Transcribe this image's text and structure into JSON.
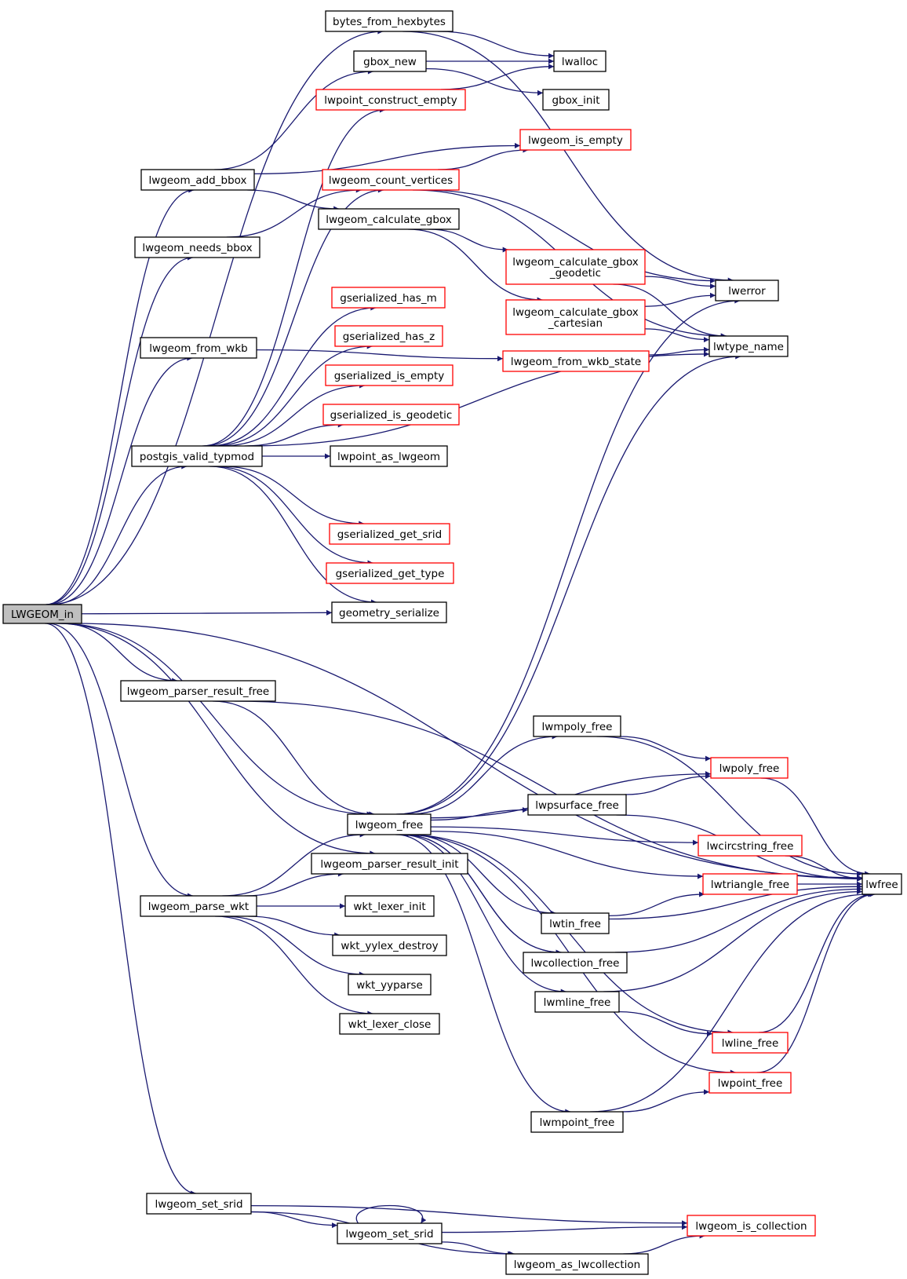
{
  "colors": {
    "edge": "#191970",
    "node_border": "#000000",
    "node_border_truncated": "#ff0000",
    "node_fill": "#ffffff",
    "root_fill": "#bfbfbf"
  },
  "nodes": [
    {
      "id": "LWGEOM_in",
      "label": "LWGEOM_in",
      "root": true
    },
    {
      "id": "bytes_from_hexbytes",
      "label": "bytes_from_hexbytes"
    },
    {
      "id": "lwalloc",
      "label": "lwalloc"
    },
    {
      "id": "gbox_new",
      "label": "gbox_new"
    },
    {
      "id": "lwpoint_construct_empty",
      "label": "lwpoint_construct_empty",
      "truncated": true
    },
    {
      "id": "gbox_init",
      "label": "gbox_init"
    },
    {
      "id": "lwgeom_is_empty",
      "label": "lwgeom_is_empty",
      "truncated": true
    },
    {
      "id": "lwgeom_add_bbox",
      "label": "lwgeom_add_bbox"
    },
    {
      "id": "lwgeom_count_vertices",
      "label": "lwgeom_count_vertices",
      "truncated": true
    },
    {
      "id": "lwgeom_calculate_gbox",
      "label": "lwgeom_calculate_gbox"
    },
    {
      "id": "lwgeom_needs_bbox",
      "label": "lwgeom_needs_bbox"
    },
    {
      "id": "lwgeom_calculate_gbox_geodetic",
      "label": "lwgeom_calculate_gbox\n_geodetic",
      "truncated": true
    },
    {
      "id": "lwerror",
      "label": "lwerror"
    },
    {
      "id": "gserialized_has_m",
      "label": "gserialized_has_m",
      "truncated": true
    },
    {
      "id": "lwgeom_calculate_gbox_cartesian",
      "label": "lwgeom_calculate_gbox\n_cartesian",
      "truncated": true
    },
    {
      "id": "gserialized_has_z",
      "label": "gserialized_has_z",
      "truncated": true
    },
    {
      "id": "lwgeom_from_wkb",
      "label": "lwgeom_from_wkb"
    },
    {
      "id": "lwtype_name",
      "label": "lwtype_name"
    },
    {
      "id": "lwgeom_from_wkb_state",
      "label": "lwgeom_from_wkb_state",
      "truncated": true
    },
    {
      "id": "gserialized_is_empty",
      "label": "gserialized_is_empty",
      "truncated": true
    },
    {
      "id": "gserialized_is_geodetic",
      "label": "gserialized_is_geodetic",
      "truncated": true
    },
    {
      "id": "postgis_valid_typmod",
      "label": "postgis_valid_typmod"
    },
    {
      "id": "lwpoint_as_lwgeom",
      "label": "lwpoint_as_lwgeom"
    },
    {
      "id": "gserialized_get_srid",
      "label": "gserialized_get_srid",
      "truncated": true
    },
    {
      "id": "gserialized_get_type",
      "label": "gserialized_get_type",
      "truncated": true
    },
    {
      "id": "geometry_serialize",
      "label": "geometry_serialize"
    },
    {
      "id": "lwgeom_parser_result_free",
      "label": "lwgeom_parser_result_free"
    },
    {
      "id": "lwmpoly_free",
      "label": "lwmpoly_free"
    },
    {
      "id": "lwpoly_free",
      "label": "lwpoly_free",
      "truncated": true
    },
    {
      "id": "lwpsurface_free",
      "label": "lwpsurface_free"
    },
    {
      "id": "lwgeom_free",
      "label": "lwgeom_free"
    },
    {
      "id": "lwcircstring_free",
      "label": "lwcircstring_free",
      "truncated": true
    },
    {
      "id": "lwgeom_parser_result_init",
      "label": "lwgeom_parser_result_init"
    },
    {
      "id": "lwtriangle_free",
      "label": "lwtriangle_free",
      "truncated": true
    },
    {
      "id": "lwfree",
      "label": "lwfree"
    },
    {
      "id": "lwgeom_parse_wkt",
      "label": "lwgeom_parse_wkt"
    },
    {
      "id": "wkt_lexer_init",
      "label": "wkt_lexer_init"
    },
    {
      "id": "lwtin_free",
      "label": "lwtin_free"
    },
    {
      "id": "wkt_yylex_destroy",
      "label": "wkt_yylex_destroy"
    },
    {
      "id": "lwcollection_free",
      "label": "lwcollection_free"
    },
    {
      "id": "wkt_yyparse",
      "label": "wkt_yyparse"
    },
    {
      "id": "lwmline_free",
      "label": "lwmline_free"
    },
    {
      "id": "wkt_lexer_close",
      "label": "wkt_lexer_close"
    },
    {
      "id": "lwline_free",
      "label": "lwline_free",
      "truncated": true
    },
    {
      "id": "lwpoint_free",
      "label": "lwpoint_free",
      "truncated": true
    },
    {
      "id": "lwmpoint_free",
      "label": "lwmpoint_free"
    },
    {
      "id": "lwgeom_set_srid",
      "label": "lwgeom_set_srid"
    },
    {
      "id": "lwgeom_is_collection",
      "label": "lwgeom_is_collection",
      "truncated": true
    },
    {
      "id": "lwgeom_set_srid_inner",
      "label": "lwgeom_set_srid"
    },
    {
      "id": "lwgeom_as_lwcollection",
      "label": "lwgeom_as_lwcollection"
    }
  ],
  "edges": [
    [
      "LWGEOM_in",
      "bytes_from_hexbytes"
    ],
    [
      "LWGEOM_in",
      "lwgeom_add_bbox"
    ],
    [
      "LWGEOM_in",
      "lwgeom_needs_bbox"
    ],
    [
      "LWGEOM_in",
      "lwgeom_from_wkb"
    ],
    [
      "LWGEOM_in",
      "postgis_valid_typmod"
    ],
    [
      "LWGEOM_in",
      "geometry_serialize"
    ],
    [
      "LWGEOM_in",
      "lwfree"
    ],
    [
      "LWGEOM_in",
      "lwgeom_parser_result_free"
    ],
    [
      "LWGEOM_in",
      "lwgeom_free"
    ],
    [
      "LWGEOM_in",
      "lwgeom_parser_result_init"
    ],
    [
      "LWGEOM_in",
      "lwgeom_parse_wkt"
    ],
    [
      "LWGEOM_in",
      "lwgeom_set_srid"
    ],
    [
      "bytes_from_hexbytes",
      "lwalloc"
    ],
    [
      "bytes_from_hexbytes",
      "lwerror"
    ],
    [
      "gbox_new",
      "lwalloc"
    ],
    [
      "gbox_new",
      "gbox_init"
    ],
    [
      "lwpoint_construct_empty",
      "lwalloc"
    ],
    [
      "lwgeom_add_bbox",
      "gbox_new"
    ],
    [
      "lwgeom_add_bbox",
      "lwgeom_is_empty"
    ],
    [
      "lwgeom_add_bbox",
      "lwgeom_calculate_gbox"
    ],
    [
      "lwgeom_count_vertices",
      "lwgeom_is_empty"
    ],
    [
      "lwgeom_count_vertices",
      "lwerror"
    ],
    [
      "lwgeom_count_vertices",
      "lwtype_name"
    ],
    [
      "lwgeom_needs_bbox",
      "lwgeom_count_vertices"
    ],
    [
      "lwgeom_calculate_gbox",
      "lwgeom_calculate_gbox_geodetic"
    ],
    [
      "lwgeom_calculate_gbox",
      "lwgeom_calculate_gbox_cartesian"
    ],
    [
      "lwgeom_calculate_gbox_geodetic",
      "lwerror"
    ],
    [
      "lwgeom_calculate_gbox_geodetic",
      "lwtype_name"
    ],
    [
      "lwgeom_calculate_gbox_cartesian",
      "lwerror"
    ],
    [
      "lwgeom_calculate_gbox_cartesian",
      "lwtype_name"
    ],
    [
      "lwgeom_from_wkb",
      "lwgeom_from_wkb_state"
    ],
    [
      "lwgeom_from_wkb_state",
      "lwtype_name"
    ],
    [
      "postgis_valid_typmod",
      "lwpoint_construct_empty"
    ],
    [
      "postgis_valid_typmod",
      "lwgeom_count_vertices"
    ],
    [
      "postgis_valid_typmod",
      "gserialized_has_m"
    ],
    [
      "postgis_valid_typmod",
      "gserialized_has_z"
    ],
    [
      "postgis_valid_typmod",
      "gserialized_is_empty"
    ],
    [
      "postgis_valid_typmod",
      "gserialized_is_geodetic"
    ],
    [
      "postgis_valid_typmod",
      "lwpoint_as_lwgeom"
    ],
    [
      "postgis_valid_typmod",
      "lwtype_name"
    ],
    [
      "postgis_valid_typmod",
      "gserialized_get_srid"
    ],
    [
      "postgis_valid_typmod",
      "gserialized_get_type"
    ],
    [
      "postgis_valid_typmod",
      "geometry_serialize"
    ],
    [
      "lwgeom_parser_result_free",
      "lwfree"
    ],
    [
      "lwgeom_parser_result_free",
      "lwgeom_free"
    ],
    [
      "lwgeom_free",
      "lwerror"
    ],
    [
      "lwgeom_free",
      "lwtype_name"
    ],
    [
      "lwgeom_free",
      "lwmpoly_free"
    ],
    [
      "lwgeom_free",
      "lwpoly_free"
    ],
    [
      "lwgeom_free",
      "lwpsurface_free"
    ],
    [
      "lwgeom_free",
      "lwcircstring_free"
    ],
    [
      "lwgeom_free",
      "lwtriangle_free"
    ],
    [
      "lwgeom_free",
      "lwtin_free"
    ],
    [
      "lwgeom_free",
      "lwcollection_free"
    ],
    [
      "lwgeom_free",
      "lwmline_free"
    ],
    [
      "lwgeom_free",
      "lwline_free"
    ],
    [
      "lwgeom_free",
      "lwpoint_free"
    ],
    [
      "lwgeom_free",
      "lwmpoint_free"
    ],
    [
      "lwcollection_free",
      "lwgeom_free"
    ],
    [
      "lwmpoly_free",
      "lwpoly_free"
    ],
    [
      "lwmpoly_free",
      "lwfree"
    ],
    [
      "lwpsurface_free",
      "lwpoly_free"
    ],
    [
      "lwpsurface_free",
      "lwfree"
    ],
    [
      "lwpoly_free",
      "lwfree"
    ],
    [
      "lwcircstring_free",
      "lwfree"
    ],
    [
      "lwtriangle_free",
      "lwfree"
    ],
    [
      "lwtin_free",
      "lwtriangle_free"
    ],
    [
      "lwtin_free",
      "lwfree"
    ],
    [
      "lwcollection_free",
      "lwfree"
    ],
    [
      "lwmline_free",
      "lwline_free"
    ],
    [
      "lwmline_free",
      "lwfree"
    ],
    [
      "lwline_free",
      "lwfree"
    ],
    [
      "lwpoint_free",
      "lwfree"
    ],
    [
      "lwmpoint_free",
      "lwpoint_free"
    ],
    [
      "lwmpoint_free",
      "lwfree"
    ],
    [
      "lwgeom_parse_wkt",
      "lwgeom_free"
    ],
    [
      "lwgeom_parse_wkt",
      "lwgeom_parser_result_init"
    ],
    [
      "lwgeom_parse_wkt",
      "wkt_lexer_init"
    ],
    [
      "lwgeom_parse_wkt",
      "wkt_yylex_destroy"
    ],
    [
      "lwgeom_parse_wkt",
      "wkt_yyparse"
    ],
    [
      "lwgeom_parse_wkt",
      "wkt_lexer_close"
    ],
    [
      "lwgeom_set_srid",
      "lwgeom_is_collection"
    ],
    [
      "lwgeom_set_srid",
      "lwgeom_set_srid_inner"
    ],
    [
      "lwgeom_set_srid",
      "lwgeom_as_lwcollection"
    ],
    [
      "lwgeom_set_srid_inner",
      "lwgeom_set_srid_inner"
    ],
    [
      "lwgeom_set_srid_inner",
      "lwgeom_is_collection"
    ],
    [
      "lwgeom_set_srid_inner",
      "lwgeom_as_lwcollection"
    ],
    [
      "lwgeom_as_lwcollection",
      "lwgeom_is_collection"
    ]
  ]
}
